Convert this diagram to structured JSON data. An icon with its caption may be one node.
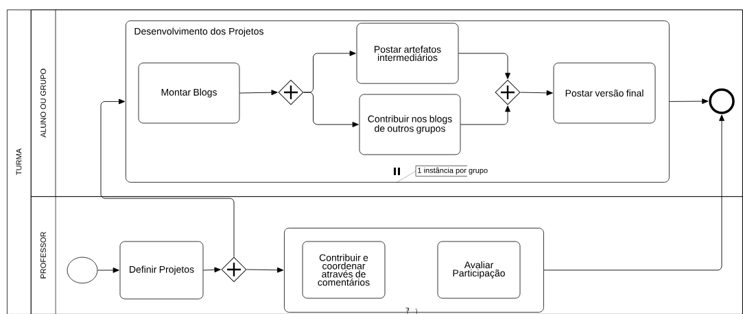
{
  "diagram": {
    "nodes": [
      {
        "text": [
          "TURMA"
        ]
      },
      {
        "text": [
          "ALUNO OU GRUPO"
        ],
        "in": 0
      },
      {
        "text": [
          "Desenvolvimento dos Projetos"
        ],
        "in": 1
      },
      {
        "text": [
          "Montar Blogs"
        ],
        "in": 2
      },
      {
        "text": [],
        "shape": "diamond",
        "in": 2
      },
      {
        "text": [
          "Postar artefatos intermediários"
        ],
        "in": 2
      },
      {
        "text": [
          "Contribuir nos blogs de outros grupos"
        ],
        "in": 2
      },
      {
        "text": [],
        "shape": "diamond",
        "in": 2
      },
      {
        "text": [
          "Postar versão final"
        ],
        "in": 2
      },
      {
        "text": [],
        "shape": "circle",
        "in": 1
      },
      {
        "text": [
          "1 instância por grupo"
        ],
        "in": 2
      },
      {
        "text": [
          "PROFESSOR"
        ],
        "in": 0
      },
      {
        "text": [],
        "shape": "circle",
        "in": 11
      },
      {
        "text": [
          "Definir Projetos"
        ],
        "in": 11
      },
      {
        "text": [],
        "shape": "diamond",
        "in": 11
      },
      {
        "text": [],
        "shape": "box",
        "in": 11
      },
      {
        "text": [
          "Contribuir e coordenar através de comentários"
        ],
        "in": 15
      },
      {
        "text": [
          "Avaliar Participação"
        ],
        "in": 15
      }
    ],
    "edges": [
      {
        "from": 3,
        "to": 4,
        "arrow": "to"
      },
      {
        "from": 4,
        "to": 5,
        "arrow": "to"
      },
      {
        "from": 4,
        "to": 6,
        "arrow": "to"
      },
      {
        "from": 5,
        "to": 7,
        "arrow": "to"
      },
      {
        "from": 6,
        "to": 7,
        "arrow": "to"
      },
      {
        "from": 7,
        "to": 8,
        "arrow": "to"
      },
      {
        "from": 2,
        "to": 9,
        "arrow": "to"
      },
      {
        "from": 12,
        "to": 13,
        "arrow": "to"
      },
      {
        "from": 13,
        "to": 14,
        "arrow": "to"
      },
      {
        "from": 14,
        "to": 15,
        "arrow": "to"
      },
      {
        "from": 14,
        "to": 2,
        "arrow": "to"
      },
      {
        "from": 15,
        "to": 9,
        "arrow": "to"
      },
      {
        "from": 10,
        "to": 2,
        "arrow": "none",
        "style": "dashed"
      }
    ]
  }
}
